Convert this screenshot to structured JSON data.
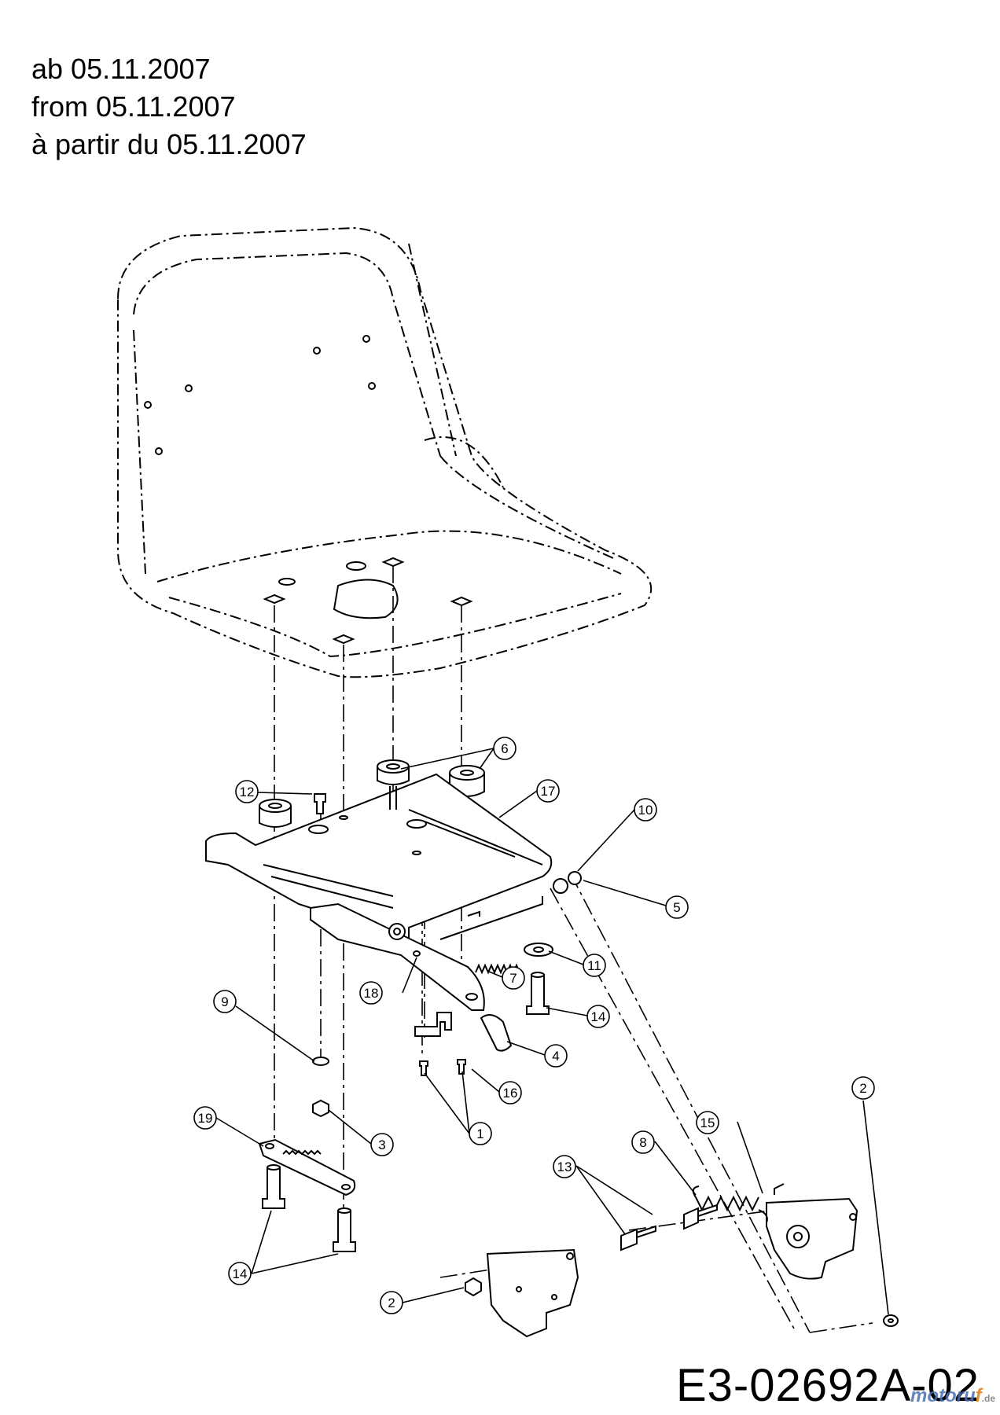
{
  "header": {
    "line_de": "ab 05.11.2007",
    "line_en": "from 05.11.2007",
    "line_fr": "à partir du 05.11.2007"
  },
  "drawing_code": "E3-02692A-02",
  "watermark": {
    "brand": "motoru",
    "accent": "f",
    "suffix": ".de"
  },
  "callouts": {
    "c1": "1",
    "c2a": "2",
    "c2b": "2",
    "c3": "3",
    "c4": "4",
    "c5": "5",
    "c6": "6",
    "c7": "7",
    "c8": "8",
    "c9": "9",
    "c10": "10",
    "c11": "11",
    "c12": "12",
    "c13": "13",
    "c14a": "14",
    "c14b": "14",
    "c15": "15",
    "c16": "16",
    "c17": "17",
    "c18": "18",
    "c19": "19"
  },
  "colors": {
    "line": "#000000",
    "background": "#ffffff",
    "watermark_blue": "#4a6fb5",
    "watermark_orange": "#e07a10"
  }
}
